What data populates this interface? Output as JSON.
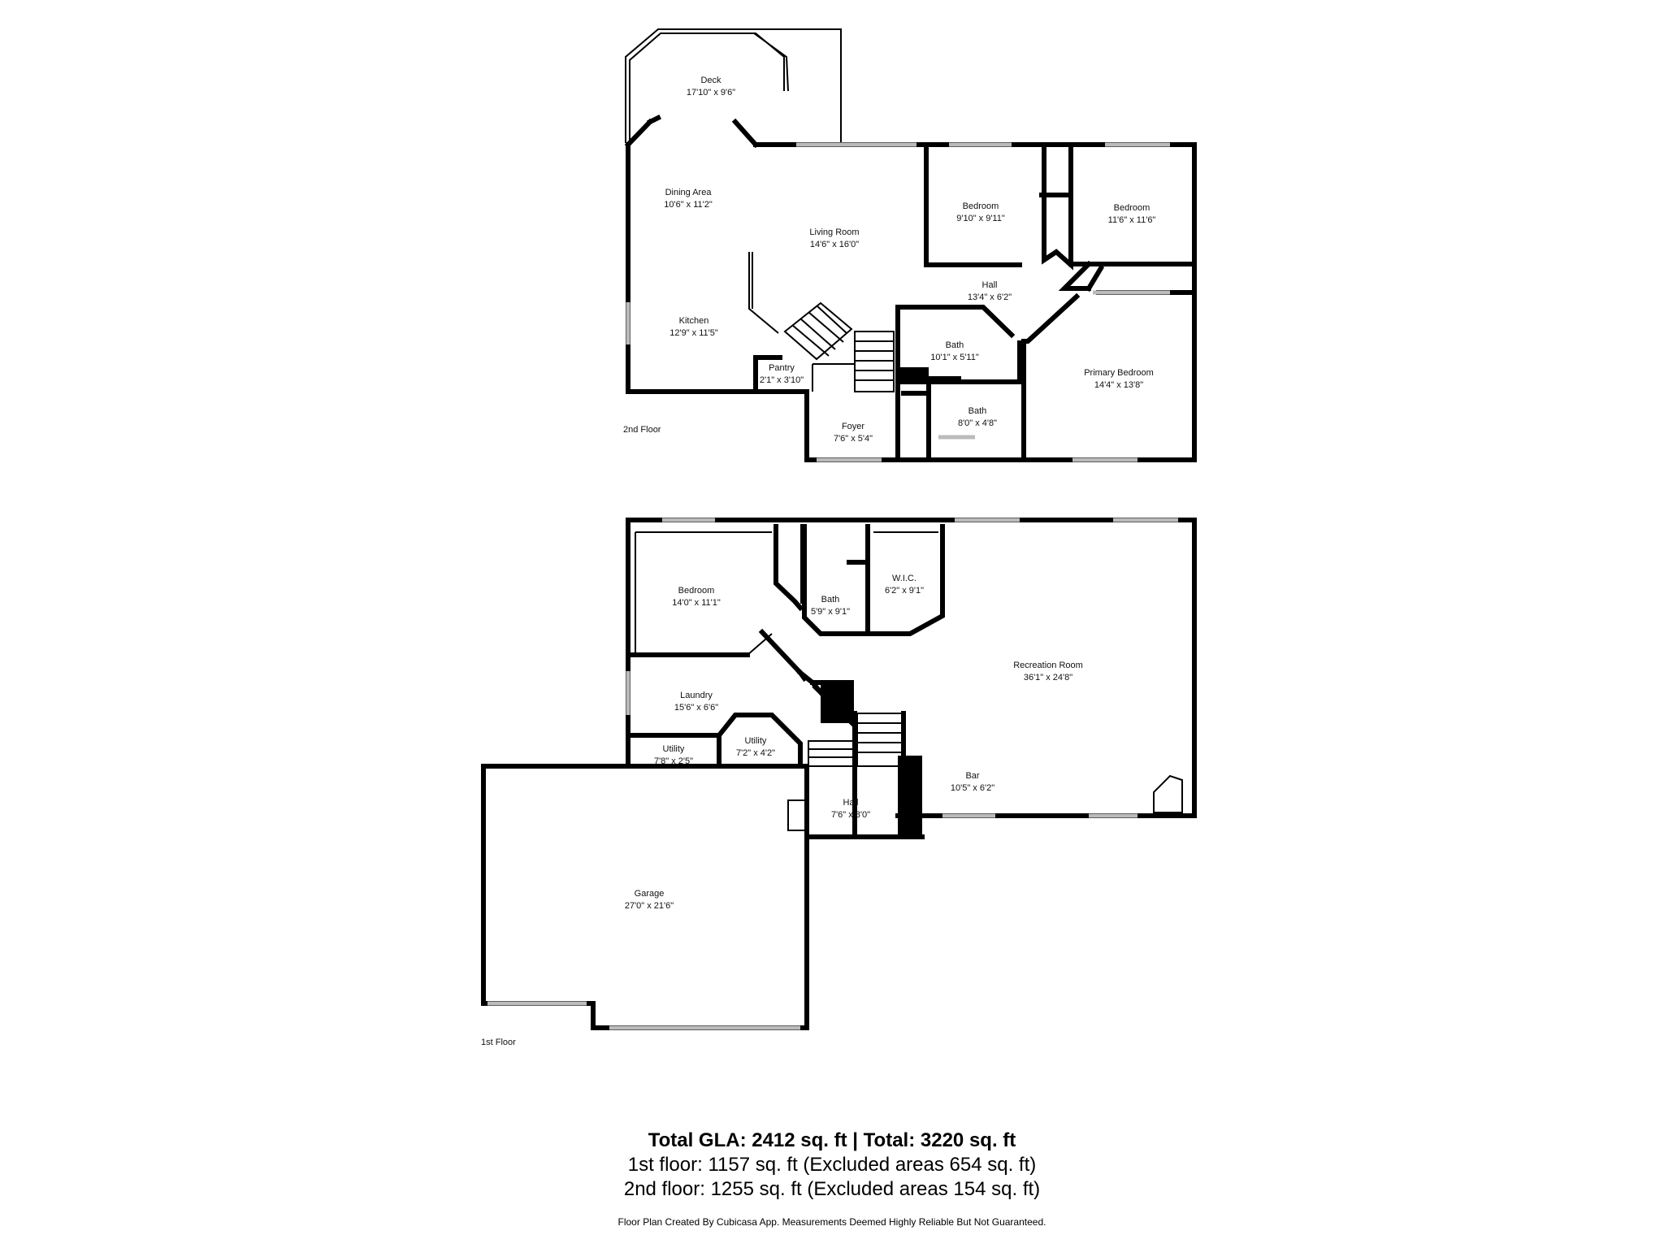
{
  "floors": [
    {
      "id": "second",
      "label": "2nd Floor",
      "rooms": [
        {
          "name": "Deck",
          "dims": "17'10\" x 9'6\""
        },
        {
          "name": "Dining Area",
          "dims": "10'6\" x 11'2\""
        },
        {
          "name": "Living Room",
          "dims": "14'6\" x 16'0\""
        },
        {
          "name": "Bedroom",
          "dims": "9'10\" x 9'11\""
        },
        {
          "name": "Bedroom",
          "dims": "11'6\" x 11'6\""
        },
        {
          "name": "Hall",
          "dims": "13'4\" x 6'2\""
        },
        {
          "name": "Kitchen",
          "dims": "12'9\" x 11'5\""
        },
        {
          "name": "Bath",
          "dims": "10'1\" x 5'11\""
        },
        {
          "name": "Primary Bedroom",
          "dims": "14'4\" x 13'8\""
        },
        {
          "name": "Pantry",
          "dims": "2'1\" x 3'10\""
        },
        {
          "name": "Bath",
          "dims": "8'0\" x 4'8\""
        },
        {
          "name": "Foyer",
          "dims": "7'6\" x 5'4\""
        }
      ]
    },
    {
      "id": "first",
      "label": "1st Floor",
      "rooms": [
        {
          "name": "Bedroom",
          "dims": "14'0\" x 11'1\""
        },
        {
          "name": "Bath",
          "dims": "5'9\" x 9'1\""
        },
        {
          "name": "W.I.C.",
          "dims": "6'2\" x 9'1\""
        },
        {
          "name": "Recreation Room",
          "dims": "36'1\" x 24'8\""
        },
        {
          "name": "Laundry",
          "dims": "15'6\" x 6'6\""
        },
        {
          "name": "Utility",
          "dims": "7'8\" x 2'5\""
        },
        {
          "name": "Utility",
          "dims": "7'2\" x 4'2\""
        },
        {
          "name": "Bar",
          "dims": "10'5\" x 6'2\""
        },
        {
          "name": "Hall",
          "dims": "7'6\" x 8'0\""
        },
        {
          "name": "Garage",
          "dims": "27'0\" x 21'6\""
        }
      ]
    }
  ],
  "totals": {
    "main": "Total GLA: 2412 sq. ft | Total: 3220 sq. ft",
    "first": "1st floor: 1157 sq. ft (Excluded areas 654 sq. ft)",
    "second": "2nd floor: 1255 sq. ft (Excluded areas 154 sq. ft)"
  },
  "disclaimer": "Floor Plan Created By Cubicasa App. Measurements Deemed Highly Reliable But Not Guaranteed."
}
